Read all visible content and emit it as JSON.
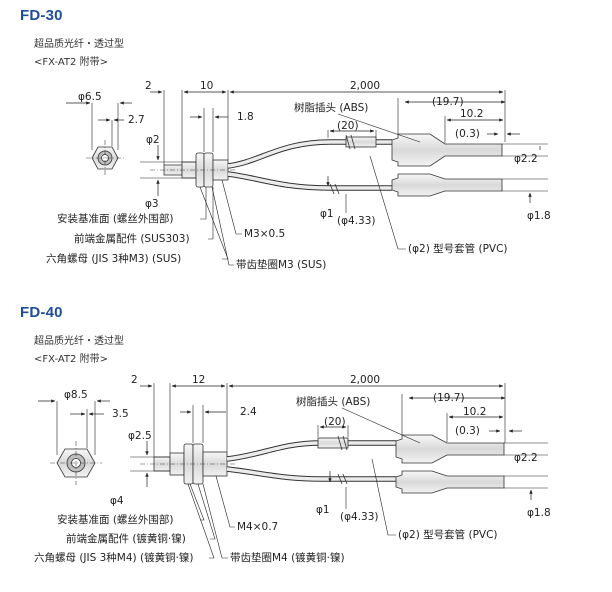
{
  "sections": [
    {
      "model": "FD-30",
      "subtitle": "超品质光纤・透过型",
      "attachment": "<FX-AT2 附带>",
      "dims": {
        "hex_dia": "φ6.5",
        "hex_w": "2.7",
        "two": "2",
        "ten": "10",
        "onep8": "1.8",
        "len": "2,000",
        "phi2": "φ2",
        "phi3": "φ3",
        "plug": "树脂插头 (ABS)",
        "c197": "(19.7)",
        "c20": "(20)",
        "c102": "10.2",
        "c03": "(0.3)",
        "c22": "φ2.2",
        "c18": "φ1.8",
        "c1": "φ1",
        "c433": "(φ4.33)",
        "sleeve": "(φ2) 型号套管 (PVC)",
        "mount": "安装基准面 (螺丝外围部)",
        "tip": "前端金属配件 (SUS303)",
        "nut": "六角螺母 (JIS 3种M3) (SUS)",
        "thread": "M3×0.5",
        "washer": "带齿垫圈M3 (SUS)"
      }
    },
    {
      "model": "FD-40",
      "subtitle": "超品质光纤・透过型",
      "attachment": "<FX-AT2 附带>",
      "dims": {
        "hex_dia": "φ8.5",
        "hex_w": "3.5",
        "two": "2",
        "ten": "12",
        "onep8": "2.4",
        "len": "2,000",
        "phi2": "φ2.5",
        "phi3": "φ4",
        "plug": "树脂插头 (ABS)",
        "c197": "(19.7)",
        "c20": "(20)",
        "c102": "10.2",
        "c03": "(0.3)",
        "c22": "φ2.2",
        "c18": "φ1.8",
        "c1": "φ1",
        "c433": "(φ4.33)",
        "sleeve": "(φ2) 型号套管 (PVC)",
        "mount": "安装基准面 (螺丝外围部)",
        "tip": "前端金属配件 (镀黄铜·镍)",
        "nut": "六角螺母 (JIS 3种M4) (镀黄铜·镍)",
        "thread": "M4×0.7",
        "washer": "带齿垫圈M4 (镀黄铜·镍)"
      }
    }
  ],
  "colors": {
    "heading": "#1d4e9a",
    "line": "#222222",
    "part_fill": "#e9e9e9"
  }
}
